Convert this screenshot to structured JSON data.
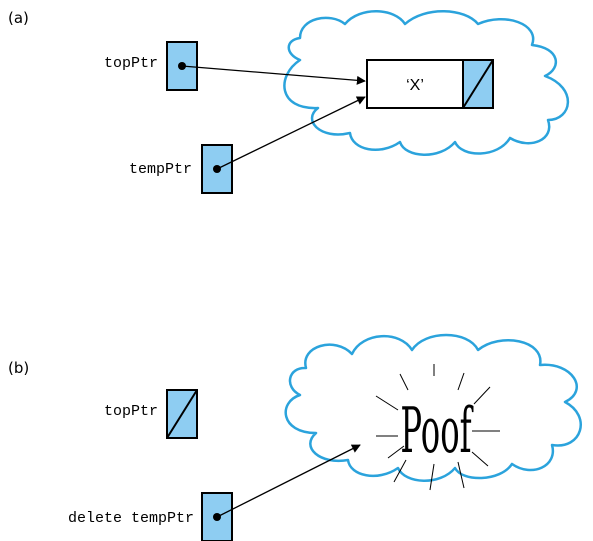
{
  "panel_a": {
    "label": "(a)",
    "top_ptr_label": "topPtr",
    "temp_ptr_label": "tempPtr",
    "node_value": "‘X’"
  },
  "panel_b": {
    "label": "(b)",
    "top_ptr_label": "topPtr",
    "delete_label": "delete tempPtr",
    "poof_text": "Poof"
  },
  "colors": {
    "pointer_fill": "#8ecdf2",
    "cloud_stroke": "#2ba3dc",
    "line": "#000000"
  }
}
